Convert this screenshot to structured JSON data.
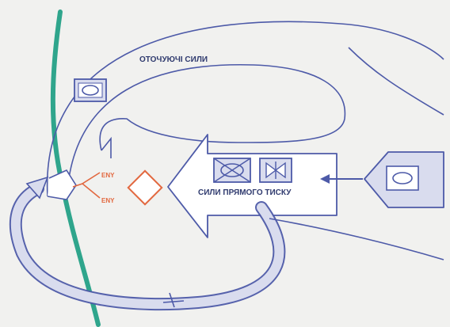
{
  "labels": {
    "surrounding_forces": "ОТОЧУЮЧІ СИЛИ",
    "direct_pressure_forces": "СИЛИ ПРЯМОГО ТИСКУ",
    "enemy_upper": "ENY",
    "enemy_lower": "ENY"
  },
  "colors": {
    "background": "#f1f1ef",
    "friendly_blue": "#4d5aa8",
    "friendly_fill": "#d9dcee",
    "arrow_fill": "#ffffff",
    "enemy_orange": "#e2683f",
    "boundary_green": "#2fa58c",
    "text": "#2f3a6e"
  },
  "symbols": [
    {
      "name": "unit-symbol-upper-left",
      "affiliation": "friendly",
      "shape": "rectangle-with-ellipse"
    },
    {
      "name": "unit-symbol-crossed",
      "affiliation": "friendly",
      "shape": "rectangle-with-crossed-ellipse"
    },
    {
      "name": "unit-symbol-bowtie",
      "affiliation": "friendly",
      "shape": "rectangle-with-bowtie"
    },
    {
      "name": "unit-symbol-pentagon",
      "affiliation": "friendly",
      "shape": "pentagon-with-ellipse"
    },
    {
      "name": "enemy-diamond",
      "affiliation": "enemy",
      "shape": "diamond"
    }
  ]
}
